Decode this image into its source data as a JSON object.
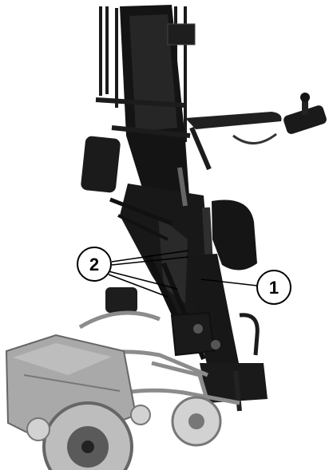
{
  "figure": {
    "kind": "standing-power-wheelchair-photo",
    "colors": {
      "frame": "#1f1f1f",
      "frame_dark": "#0f0f0f",
      "chrome": "#bdbdbd",
      "tire": "#d2d2d2",
      "base": "#a9a9a9",
      "background": "#ffffff"
    }
  },
  "callouts": [
    {
      "id": "callout-1",
      "label": "1"
    },
    {
      "id": "callout-2",
      "label": "2"
    }
  ]
}
